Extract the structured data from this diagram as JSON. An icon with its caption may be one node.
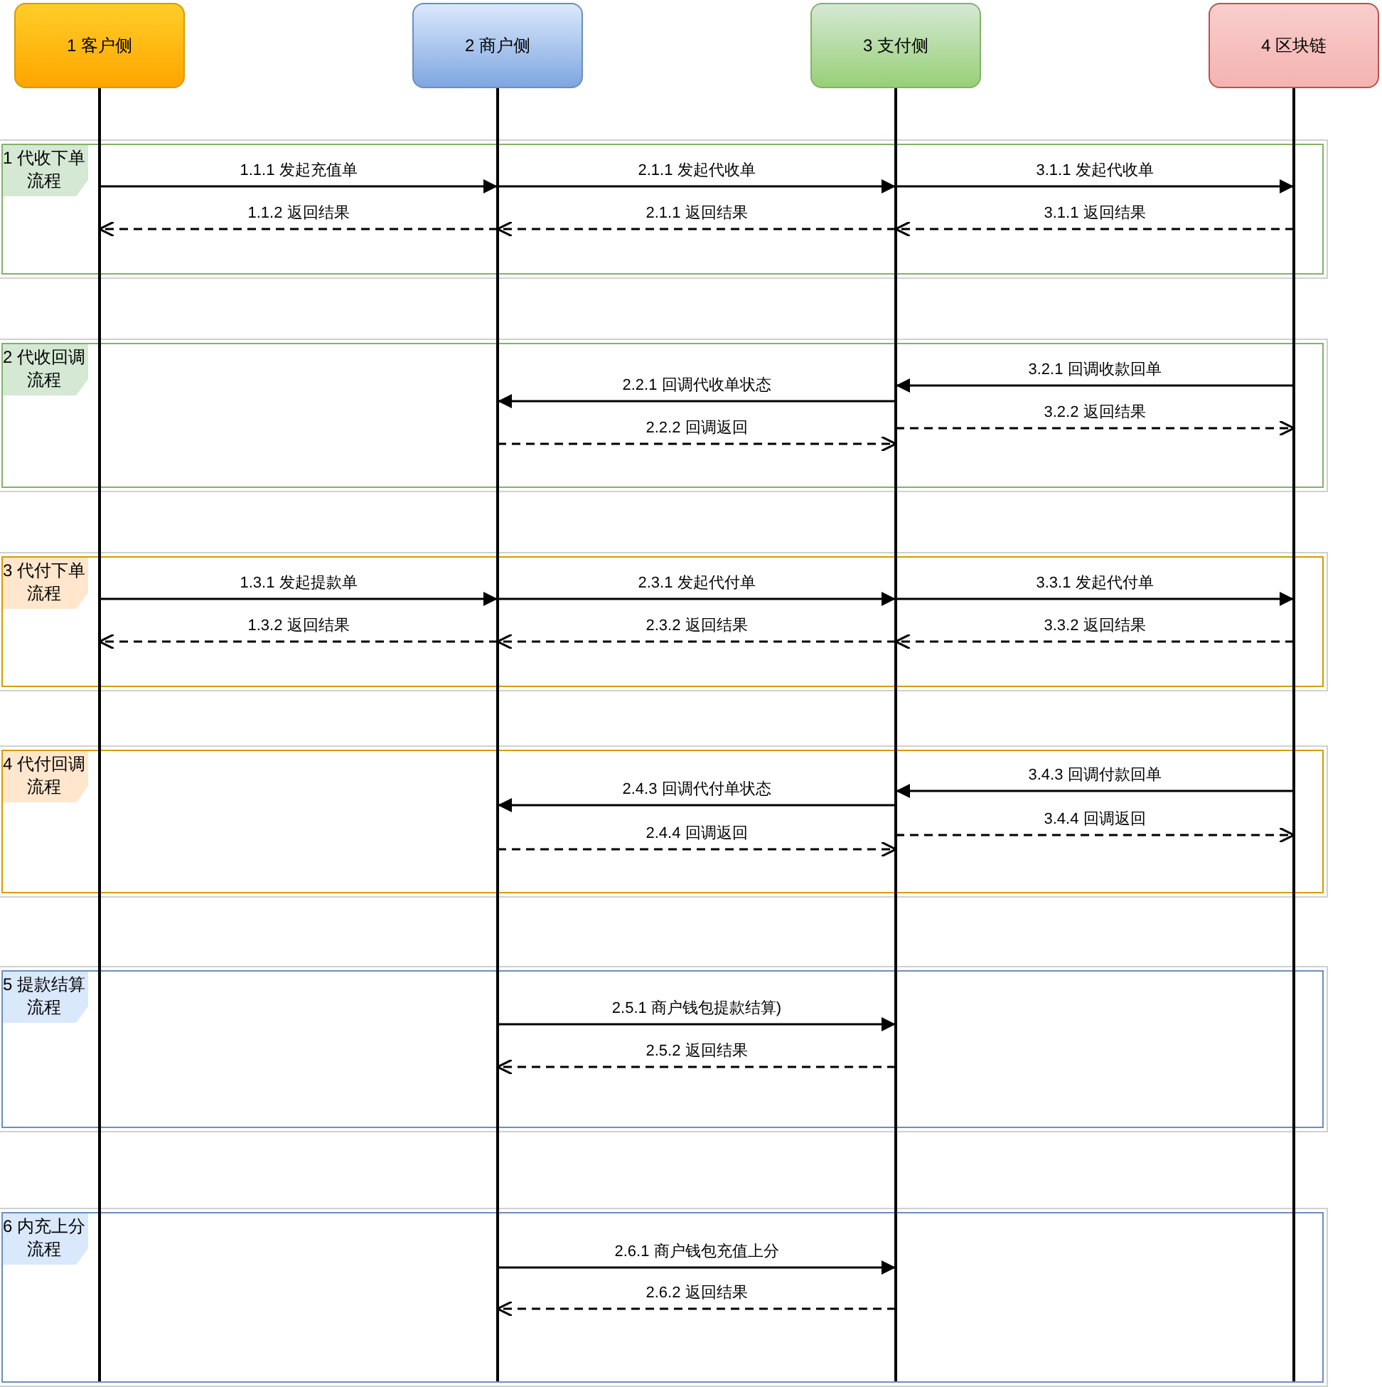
{
  "diagram": {
    "nodes": [
      {
        "text": [
          "1 客户侧"
        ]
      },
      {
        "text": [
          "2 商户侧"
        ]
      },
      {
        "text": [
          "3 支付侧"
        ]
      },
      {
        "text": [
          "4 区块链"
        ]
      },
      {
        "text": [
          "1 代收下单流程"
        ]
      },
      {
        "text": [
          "2 代收回调流程"
        ]
      },
      {
        "text": [
          "3 代付下单流程"
        ]
      },
      {
        "text": [
          "4 代付回调流程"
        ]
      },
      {
        "text": [
          "5 提款结算流程"
        ]
      },
      {
        "text": [
          "6 内充上分流程"
        ]
      }
    ],
    "edges": [
      {
        "from": 0,
        "to": 1,
        "arrow": "to",
        "label": "1.1.1 发起充值单"
      },
      {
        "from": 1,
        "to": 2,
        "arrow": "to",
        "label": "2.1.1 发起代收单"
      },
      {
        "from": 2,
        "to": 3,
        "arrow": "to",
        "label": "3.1.1 发起代收单"
      },
      {
        "from": 1,
        "to": 0,
        "arrow": "to",
        "label": "1.1.2 返回结果",
        "style": "dashed"
      },
      {
        "from": 2,
        "to": 1,
        "arrow": "to",
        "label": "2.1.1 返回结果",
        "style": "dashed"
      },
      {
        "from": 3,
        "to": 2,
        "arrow": "to",
        "label": "3.1.1 返回结果",
        "style": "dashed"
      },
      {
        "from": 3,
        "to": 2,
        "arrow": "to",
        "label": "3.2.1 回调收款回单"
      },
      {
        "from": 2,
        "to": 1,
        "arrow": "to",
        "label": "2.2.1 回调代收单状态"
      },
      {
        "from": 2,
        "to": 3,
        "arrow": "to",
        "label": "3.2.2 返回结果",
        "style": "dashed"
      },
      {
        "from": 1,
        "to": 2,
        "arrow": "to",
        "label": "2.2.2 回调返回",
        "style": "dashed"
      },
      {
        "from": 0,
        "to": 1,
        "arrow": "to",
        "label": "1.3.1 发起提款单"
      },
      {
        "from": 1,
        "to": 2,
        "arrow": "to",
        "label": "2.3.1 发起代付单"
      },
      {
        "from": 2,
        "to": 3,
        "arrow": "to",
        "label": "3.3.1 发起代付单"
      },
      {
        "from": 1,
        "to": 0,
        "arrow": "to",
        "label": "1.3.2 返回结果",
        "style": "dashed"
      },
      {
        "from": 2,
        "to": 1,
        "arrow": "to",
        "label": "2.3.2 返回结果",
        "style": "dashed"
      },
      {
        "from": 3,
        "to": 2,
        "arrow": "to",
        "label": "3.3.2 返回结果",
        "style": "dashed"
      },
      {
        "from": 3,
        "to": 2,
        "arrow": "to",
        "label": "3.4.3 回调付款回单"
      },
      {
        "from": 2,
        "to": 1,
        "arrow": "to",
        "label": "2.4.3 回调代付单状态"
      },
      {
        "from": 2,
        "to": 3,
        "arrow": "to",
        "label": "3.4.4 回调返回",
        "style": "dashed"
      },
      {
        "from": 1,
        "to": 2,
        "arrow": "to",
        "label": "2.4.4 回调返回",
        "style": "dashed"
      },
      {
        "from": 1,
        "to": 2,
        "arrow": "to",
        "label": "2.5.1 商户钱包提款结算)"
      },
      {
        "from": 2,
        "to": 1,
        "arrow": "to",
        "label": "2.5.2 返回结果",
        "style": "dashed"
      },
      {
        "from": 1,
        "to": 2,
        "arrow": "to",
        "label": "2.6.1 商户钱包充值上分"
      },
      {
        "from": 2,
        "to": 1,
        "arrow": "to",
        "label": "2.6.2 返回结果",
        "style": "dashed"
      }
    ]
  }
}
